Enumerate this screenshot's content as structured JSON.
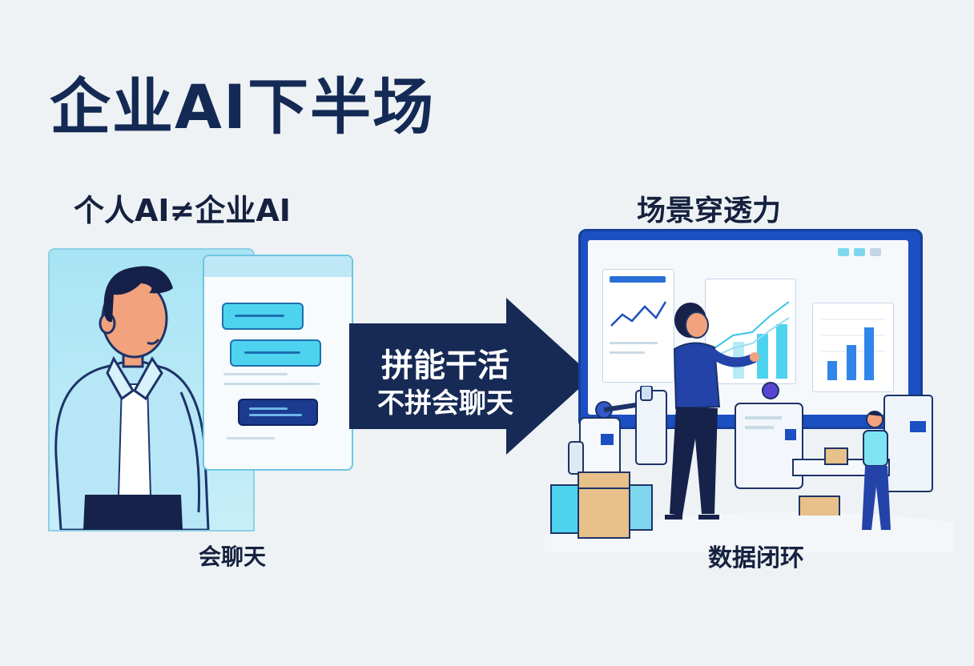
{
  "title": "企业AI下半场",
  "left": {
    "heading": "个人AI≠企业AI",
    "caption": "会聊天"
  },
  "arrow": {
    "line1": "拼能干活",
    "line2": "不拼会聊天"
  },
  "right": {
    "heading": "场景穿透力",
    "caption": "数据闭环"
  },
  "colors": {
    "title": "#142a55",
    "arrow": "#162a55",
    "accent_cyan": "#4dd3ee",
    "accent_blue": "#1c4fc1"
  },
  "icons": {
    "person": "man-chatting-illustration",
    "chat": "chat-window-icon",
    "dashboard": "dashboard-monitor-illustration",
    "robot": "robot-arm-illustration",
    "boxes": "package-box-icon"
  }
}
